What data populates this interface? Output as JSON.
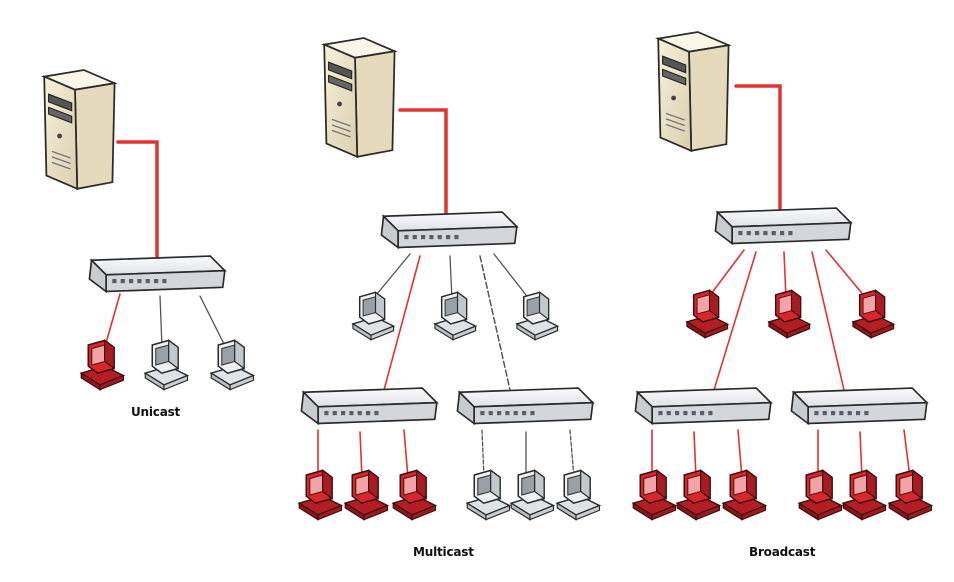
{
  "captions": {
    "unicast": "Unicast",
    "multicast": "Multicast",
    "broadcast": "Broadcast"
  },
  "colors": {
    "highlight_link": "#e3332e",
    "plain_link": "#555555",
    "receiver": "#d9262c",
    "idle_pc": "#e9ecee",
    "server": "#ece3c6",
    "switch": "#eef0f3"
  },
  "icons": {
    "server": "server-tower-icon",
    "switch": "network-switch-icon",
    "computer": "desktop-computer-icon"
  }
}
